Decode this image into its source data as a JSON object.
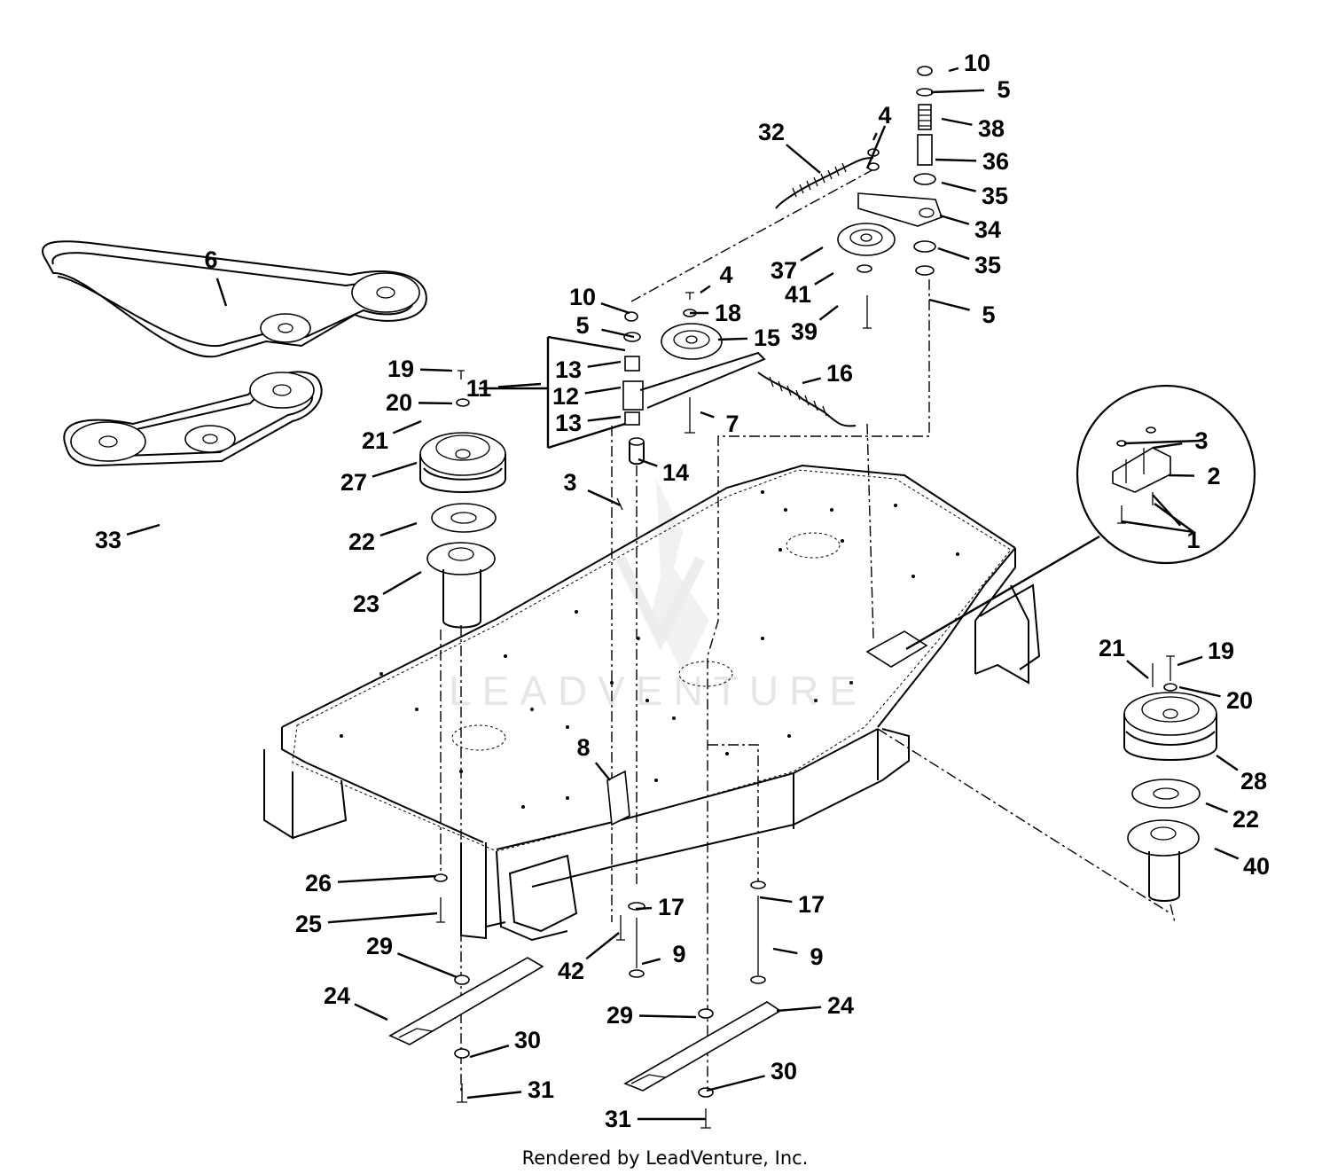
{
  "diagram": {
    "footer": "Rendered by LeadVenture, Inc.",
    "watermark": "LEADVENTURE",
    "callouts": [
      "10",
      "5",
      "4",
      "38",
      "36",
      "32",
      "35",
      "34",
      "37",
      "35",
      "6",
      "4",
      "41",
      "5",
      "10",
      "18",
      "39",
      "5",
      "15",
      "19",
      "13",
      "11",
      "12",
      "16",
      "20",
      "7",
      "13",
      "21",
      "3",
      "14",
      "27",
      "2",
      "1",
      "33",
      "22",
      "3",
      "23",
      "21",
      "19",
      "20",
      "8",
      "28",
      "22",
      "26",
      "17",
      "17",
      "40",
      "25",
      "29",
      "9",
      "9",
      "42",
      "24",
      "24",
      "29",
      "30",
      "31",
      "30",
      "31"
    ],
    "callout_names": [
      "10-top",
      "5-top",
      "4-top",
      "38",
      "36",
      "32",
      "35-upper",
      "34",
      "37",
      "35-lower",
      "6",
      "4-mid",
      "41",
      "5-right",
      "10-left",
      "18",
      "39",
      "5-left",
      "15",
      "19-left",
      "13-upper",
      "11",
      "12",
      "16",
      "20-left",
      "7",
      "13-lower",
      "21-left",
      "3-left",
      "14",
      "27",
      "2",
      "1",
      "33",
      "22-left",
      "3-detail",
      "23",
      "21-right",
      "19-right",
      "20-right",
      "8",
      "28",
      "22-right",
      "26",
      "17-center",
      "17-right",
      "40",
      "25",
      "29-left",
      "9-center",
      "9-right",
      "42",
      "24-left",
      "24-right",
      "29-center",
      "30-left",
      "31-left",
      "30-right",
      "31-right"
    ],
    "callout_lx": [
      1102,
      1132,
      998,
      1118,
      1123,
      870,
      1122,
      1114,
      884,
      1114,
      238,
      819,
      900,
      1115,
      657,
      821,
      907,
      657,
      865,
      452,
      641,
      540,
      638,
      947,
      450,
      826,
      641,
      423,
      643,
      762,
      399,
      1369,
      1346,
      122,
      408,
      1355,
      413,
      1254,
      1377,
      1398,
      658,
      1414,
      1405,
      359,
      757,
      915,
      1417,
      348,
      428,
      766,
      921,
      644,
      380,
      948,
      699,
      595,
      610,
      884,
      697
    ],
    "callout_ly": [
      71,
      101,
      130,
      145,
      182,
      149,
      221,
      259,
      305,
      299,
      293,
      310,
      332,
      355,
      335,
      353,
      374,
      367,
      381,
      416,
      417,
      438,
      447,
      421,
      454,
      478,
      477,
      497,
      544,
      533,
      544,
      537,
      609,
      609,
      611,
      497,
      681,
      731,
      734,
      790,
      843,
      881,
      924,
      996,
      1023,
      1020,
      977,
      1042,
      1067,
      1076,
      1079,
      1095,
      1123,
      1134,
      1145,
      1173,
      1229,
      1208,
      1262
    ],
    "callout_tx": [
      1070,
      1050,
      985,
      1062,
      1055,
      925,
      1062,
      1060,
      928,
      1058,
      255,
      790,
      940,
      1048,
      710,
      778,
      945,
      715,
      810,
      510,
      700,
      610,
      700,
      905,
      510,
      790,
      700,
      475,
      700,
      720,
      470,
      1318,
      1300,
      180,
      470,
      1300,
      475,
      1295,
      1328,
      1330,
      688,
      1372,
      1360,
      492,
      717,
      857,
      1370,
      493,
      515,
      724,
      872,
      698,
      437,
      876,
      785,
      530,
      527,
      797,
      796
    ],
    "callout_ty": [
      80,
      104,
      158,
      134,
      180,
      195,
      206,
      243,
      279,
      280,
      345,
      330,
      308,
      338,
      353,
      353,
      345,
      380,
      383,
      418,
      408,
      433,
      437,
      432,
      455,
      465,
      470,
      475,
      570,
      518,
      522,
      536,
      558,
      592,
      590,
      505,
      645,
      765,
      750,
      775,
      880,
      852,
      906,
      988,
      1025,
      1012,
      957,
      1030,
      1102,
      1087,
      1070,
      1052,
      1150,
      1140,
      1147,
      1192,
      1238,
      1230,
      1262
    ]
  }
}
